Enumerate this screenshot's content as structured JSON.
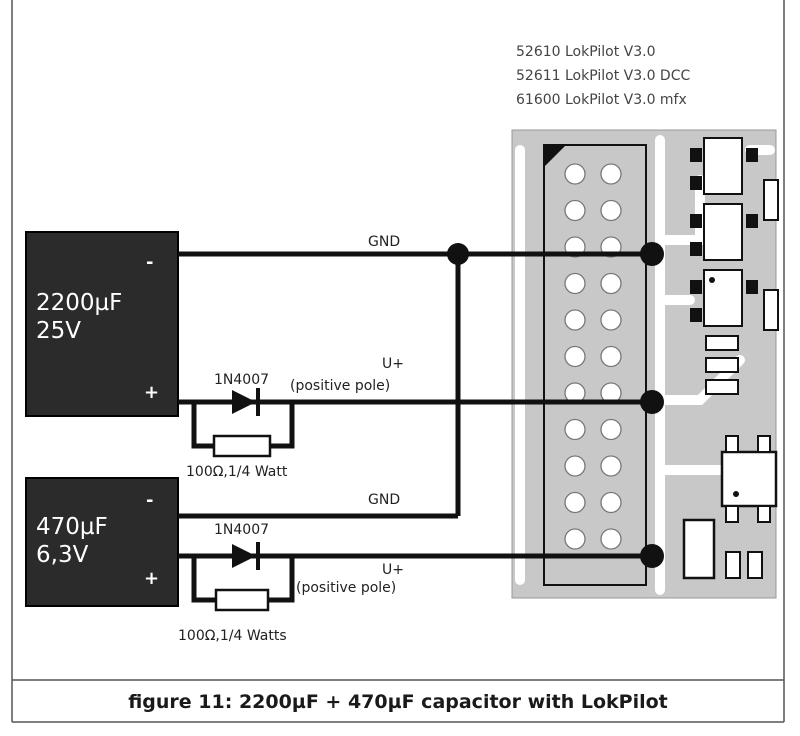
{
  "models": [
    "52610 LokPilot V3.0",
    "52611 LokPilot V3.0 DCC",
    "61600 LokPilot V3.0 mfx"
  ],
  "capacitor_large": {
    "value": "2200µF",
    "voltage": "25V",
    "minus": "-",
    "plus": "+"
  },
  "capacitor_small": {
    "value": "470µF",
    "voltage": "6,3V",
    "minus": "-",
    "plus": "+"
  },
  "wires": {
    "gnd_top": "GND",
    "gnd_bottom": "GND",
    "u_plus_top": "U+",
    "u_plus_top_note": "(positive pole)",
    "u_plus_bottom": "U+",
    "u_plus_bottom_note": "(positive pole)"
  },
  "diode_top": "1N4007",
  "diode_bottom": "1N4007",
  "resistor_top": "100Ω,1/4 Watt",
  "resistor_bottom": "100Ω,1/4 Watts",
  "caption": "figure 11: 2200µF + 470µF capacitor with LokPilot",
  "colors": {
    "capacitor_body": "#2b2b2b",
    "wire": "#111111",
    "pcb": "#c8c8c8",
    "pcb_trace": "#ffffff"
  }
}
